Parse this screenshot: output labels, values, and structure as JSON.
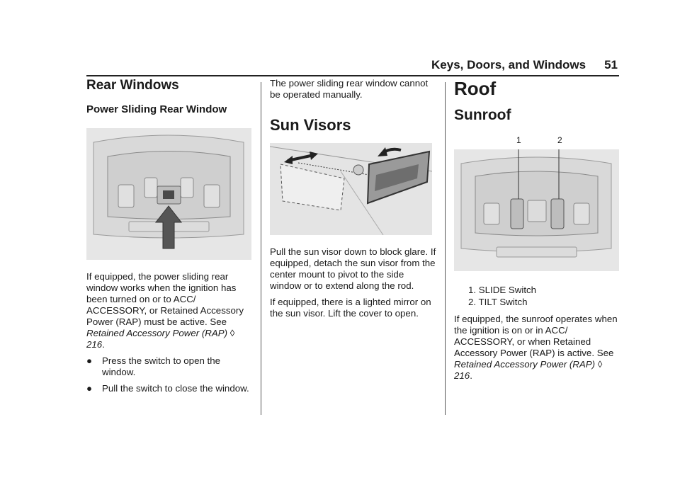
{
  "header": {
    "section": "Keys, Doors, and Windows",
    "page": "51"
  },
  "col1": {
    "title": "Rear Windows",
    "subtitle": "Power Sliding Rear Window",
    "para1": "If equipped, the power sliding rear window works when the ignition has been turned on or to ACC/ ACCESSORY, or Retained Accessory Power (RAP) must be active. See ",
    "ref1": "Retained Accessory Power (RAP)",
    "ref1_page": "216",
    "bullet1": "Press the switch to open the window.",
    "bullet2": "Pull the switch to close the window."
  },
  "col2": {
    "intro": "The power sliding rear window cannot be operated manually.",
    "title": "Sun Visors",
    "para1": "Pull the sun visor down to block glare. If equipped, detach the sun visor from the center mount to pivot to the side window or to extend along the rod.",
    "para2": "If equipped, there is a lighted mirror on the sun visor. Lift the cover to open."
  },
  "col3": {
    "title": "Roof",
    "subtitle": "Sunroof",
    "callout1": "1",
    "callout2": "2",
    "legend1": "1.  SLIDE Switch",
    "legend2": "2.  TILT Switch",
    "para1": "If equipped, the sunroof operates when the ignition is on or in ACC/ ACCESSORY, or when Retained Accessory Power (RAP) is active. See ",
    "ref1": "Retained Accessory Power (RAP)",
    "ref1_page": "216"
  },
  "ref_symbol": "◊",
  "bullet_symbol": "●"
}
